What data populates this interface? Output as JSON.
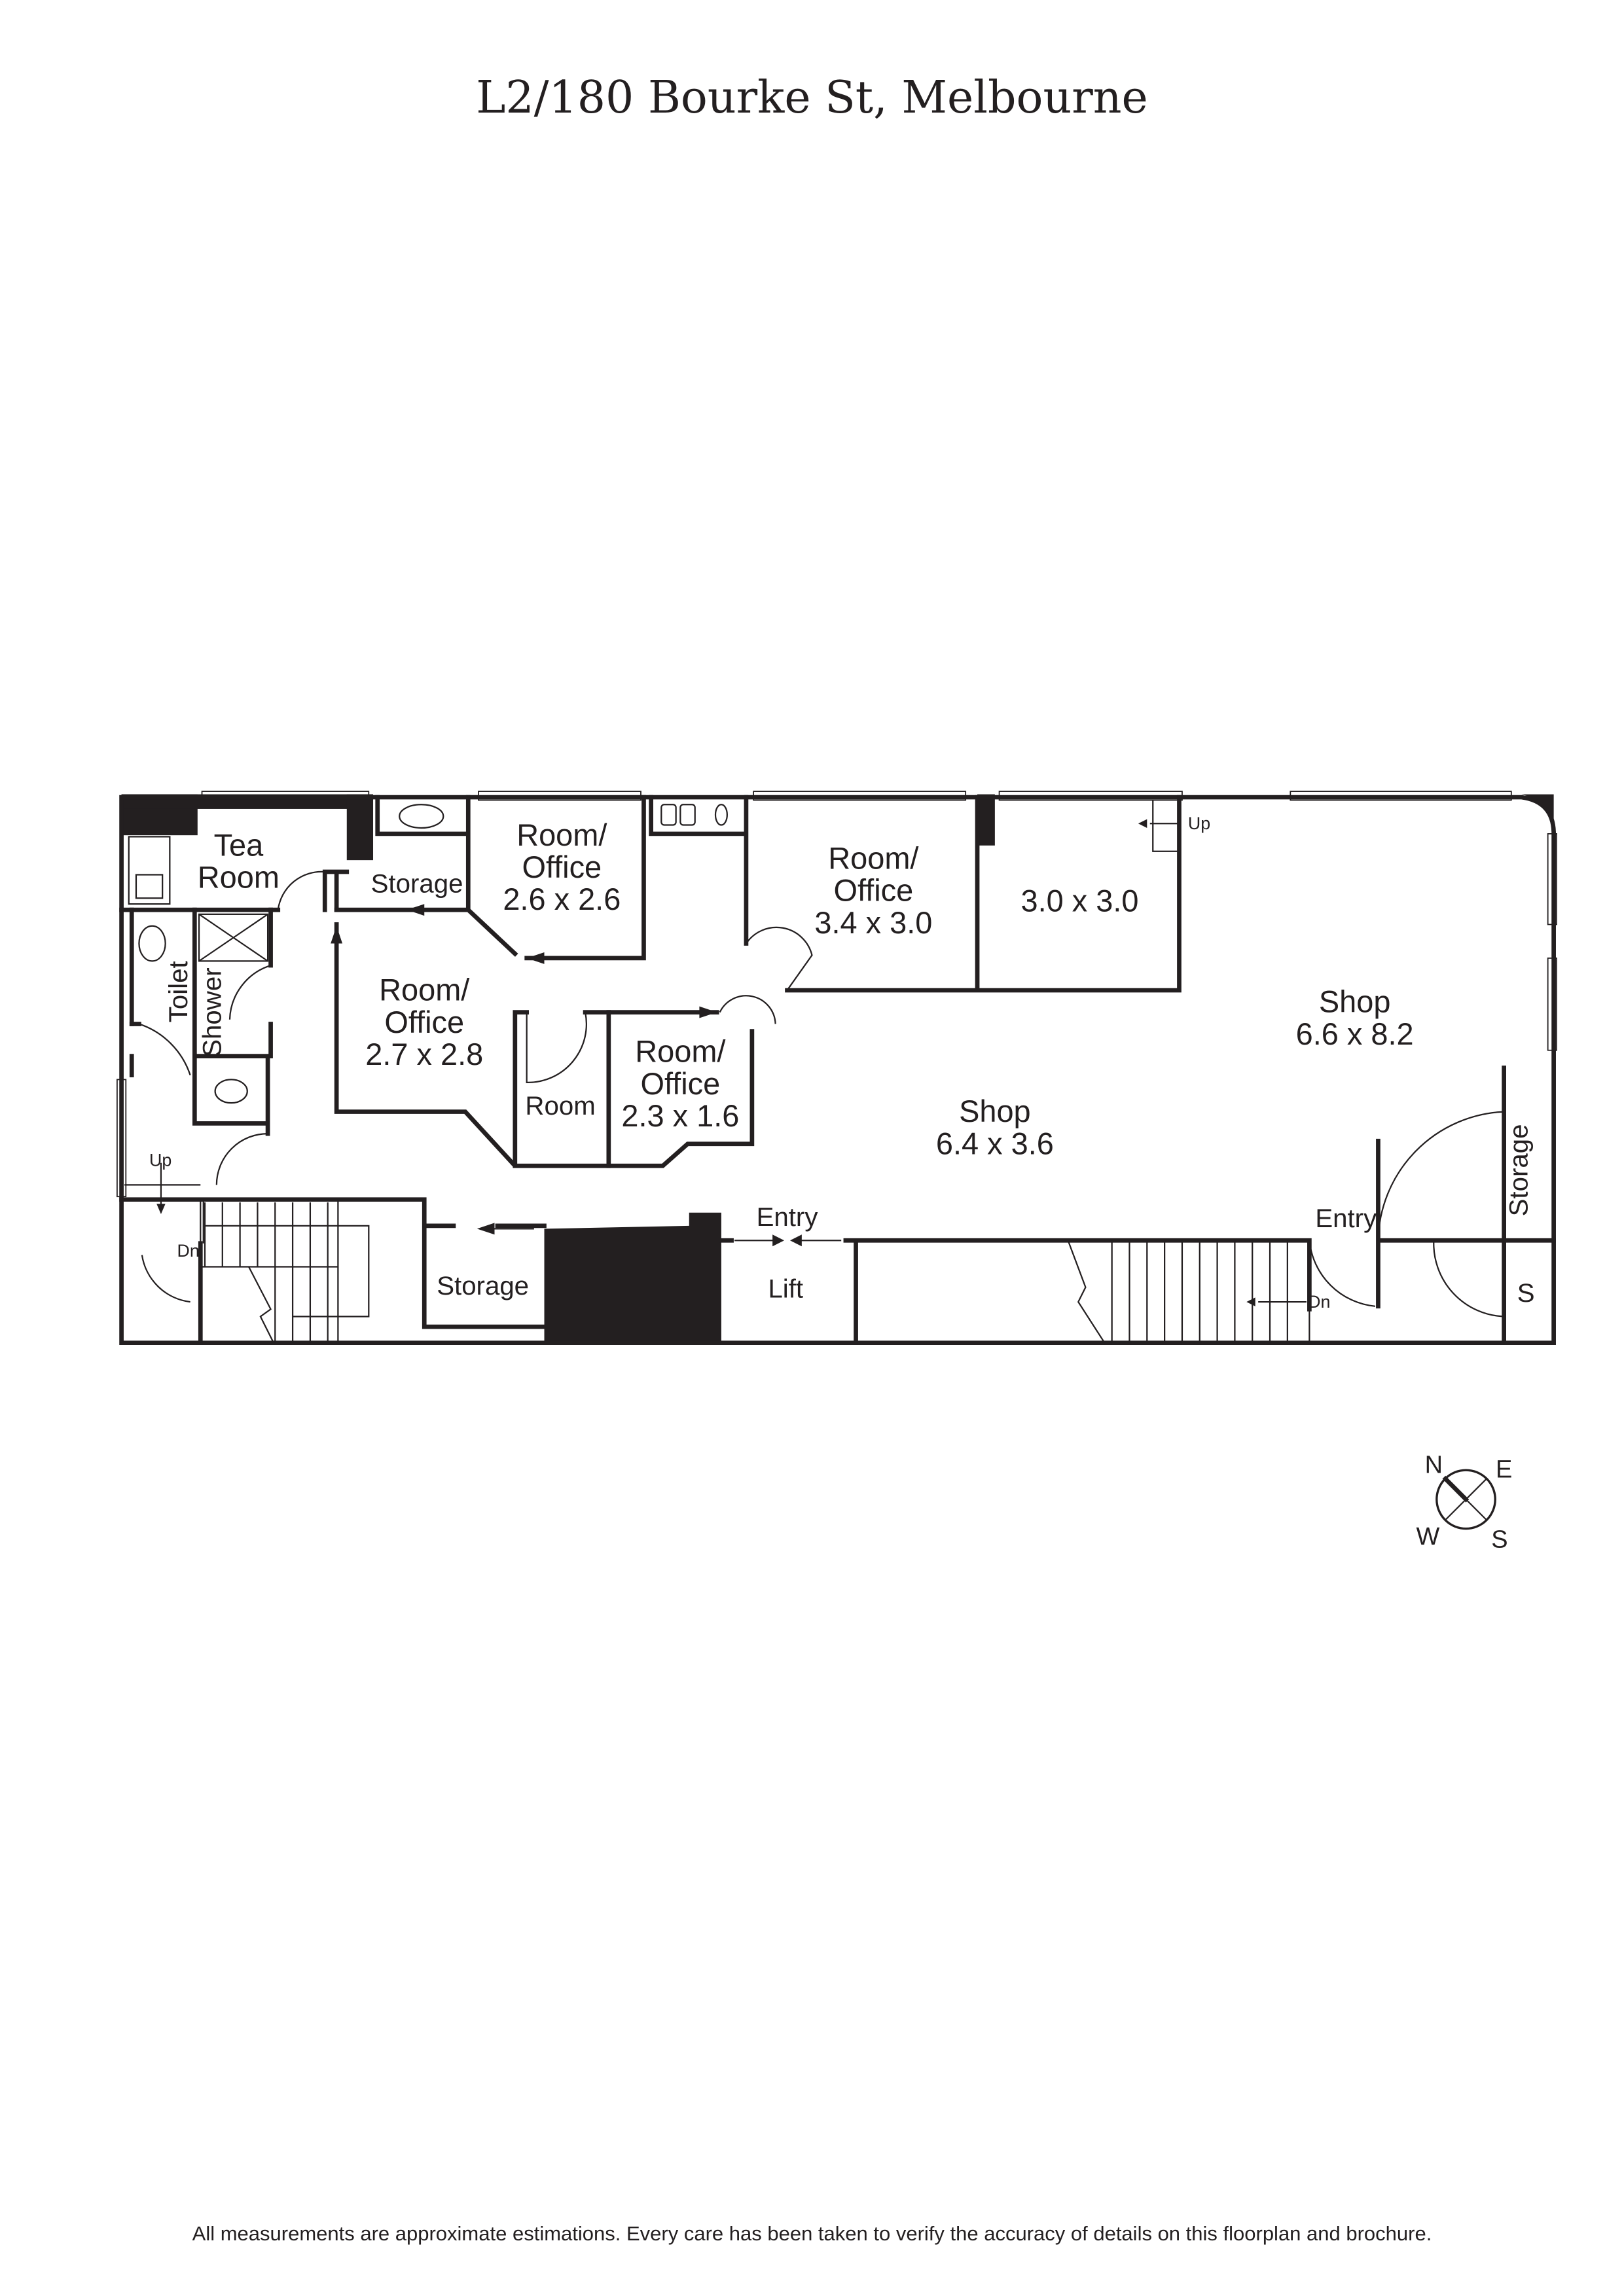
{
  "title": "L2/180 Bourke St, Melbourne",
  "footer": "All measurements are approximate estimations. Every care has been taken to verify the accuracy of details on this floorplan and brochure.",
  "rooms": {
    "tea_room": [
      "Tea",
      "Room"
    ],
    "storage_top": "Storage",
    "office_a": [
      "Room/",
      "Office",
      "2.6 x 2.6"
    ],
    "office_b": [
      "Room/",
      "Office",
      "3.4 x 3.0"
    ],
    "room_c": "3.0 x 3.0",
    "office_d": [
      "Room/",
      "Office",
      "2.7 x 2.8"
    ],
    "room_small": "Room",
    "office_e": [
      "Room/",
      "Office",
      "2.3 x 1.6"
    ],
    "shop_a": [
      "Shop",
      "6.4 x 3.6"
    ],
    "shop_b": [
      "Shop",
      "6.6 x 8.2"
    ],
    "toilet": "Toilet",
    "shower": "Shower",
    "storage_bottom": "Storage",
    "storage_right": "Storage",
    "lift": "Lift",
    "entry_lift": "Entry",
    "entry_right": "Entry",
    "s": "S"
  },
  "stairs": {
    "up_left": "Up",
    "dn_left": "Dn",
    "up_right": "Up",
    "dn_right": "Dn"
  },
  "compass": {
    "n": "N",
    "e": "E",
    "w": "W",
    "s": "S"
  }
}
